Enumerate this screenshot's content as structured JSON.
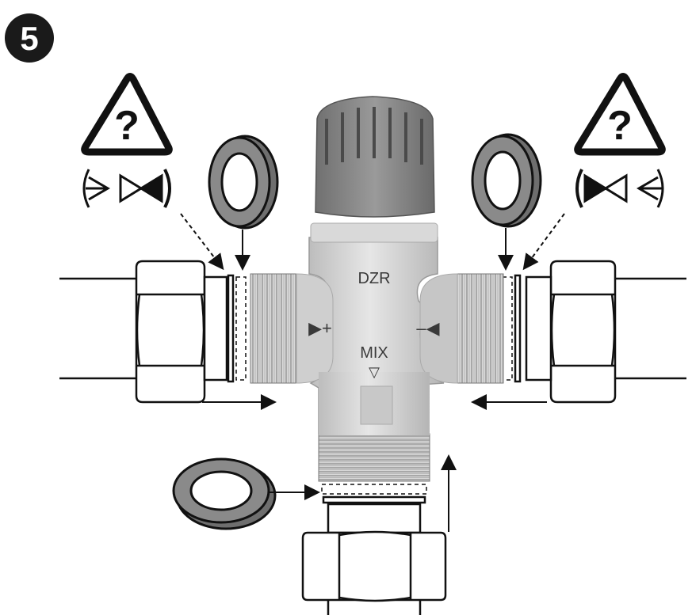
{
  "step": {
    "number": "5"
  },
  "valve": {
    "material_label": "DZR",
    "hot_label": "▶+",
    "cold_label": "–◀",
    "mix_label": "MIX",
    "mix_arrow": "▽"
  },
  "warning": {
    "symbol": "?"
  },
  "icons": {
    "step_badge": "black-circle-number",
    "warning_left": "triangle-question-icon",
    "warning_right": "triangle-question-icon",
    "check_valve_left": "check-valve-symbol",
    "check_valve_right": "check-valve-symbol",
    "washer": "washer-ring-icon"
  },
  "colors": {
    "badge": "#1a1a1a",
    "knob": "#8a8a8a",
    "body": "#d2d2d2",
    "outline": "#111111"
  }
}
